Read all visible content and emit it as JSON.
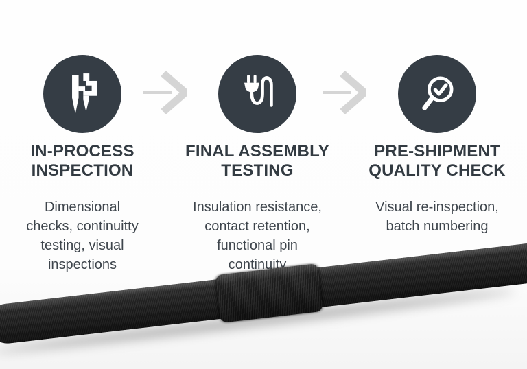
{
  "colors": {
    "circle_bg": "#353d45",
    "icon_fg": "#ffffff",
    "arrow_gray": "#d5d5d5",
    "title_color": "#333b42",
    "desc_color": "#3e454c",
    "cable_dark": "#1d1d1d"
  },
  "steps": [
    {
      "icon": "caliper-icon",
      "title_line1": "IN-PROCESS",
      "title_line2": "INSPECTION",
      "title": "IN-PROCESS INSPECTION",
      "description": "Dimensional checks, continuitty testing, visual inspections",
      "desc_lines": [
        "Dimensional",
        "checks, continuitty",
        "testing, visual",
        "inspections"
      ]
    },
    {
      "icon": "plug-cable-icon",
      "title_line1": "FINAL ASSEMBLY",
      "title_line2": "TESTING",
      "title": "FINAL ASSEMBLY TESTING",
      "description": "Insulation resistance, contact retention, functional pin continuity",
      "desc_lines": [
        "Insulation resistance,",
        "contact retention,",
        "functional pin",
        "continuity"
      ]
    },
    {
      "icon": "magnifier-check-icon",
      "title_line1": "PRE-SHIPMENT",
      "title_line2": "QUALITY CHECK",
      "title": "PRE-SHIPMENT QUALITY CHECK",
      "description": "Visual re-inspection, batch numbering",
      "desc_lines": [
        "Visual re-inspection,",
        "batch numbering"
      ]
    }
  ],
  "image": {
    "cable_alt": "Black braided cable with thicker woven sleeve section"
  }
}
